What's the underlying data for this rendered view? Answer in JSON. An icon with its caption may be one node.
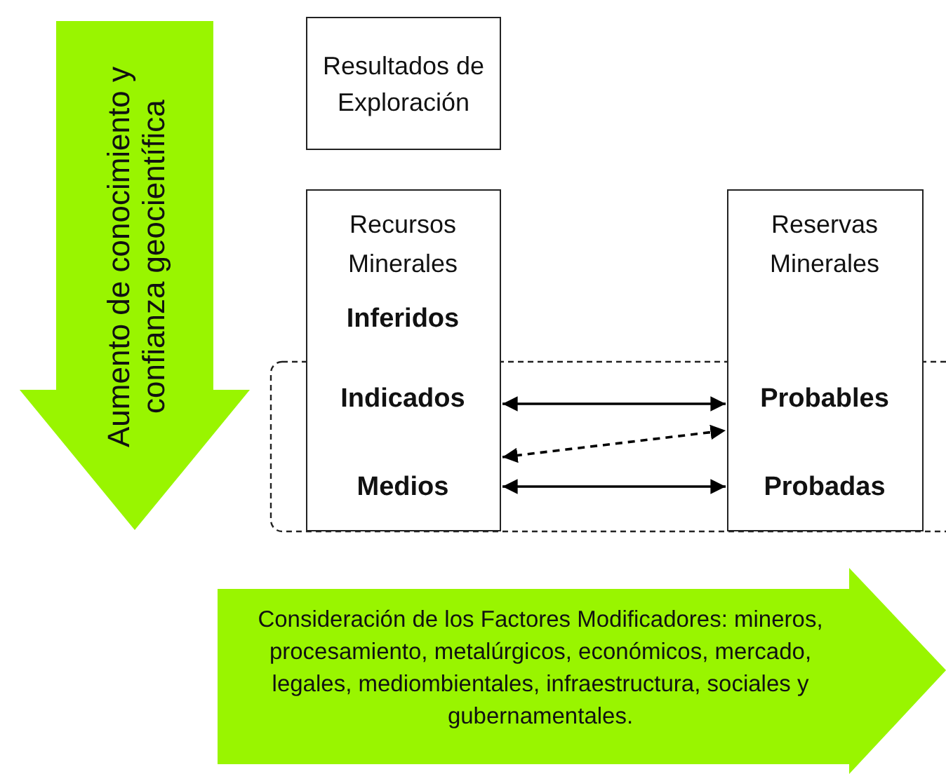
{
  "diagram": {
    "nodes": [
      {
        "text": [
          "Aumento de conocimiento y confianza geocientífica"
        ]
      },
      {
        "text": [
          "Resultados de Exploración"
        ]
      },
      {
        "text": [
          "Recursos Minerales"
        ]
      },
      {
        "text": [
          "Inferidos"
        ],
        "in": 2
      },
      {
        "text": [
          "Indicados"
        ],
        "in": 2
      },
      {
        "text": [
          "Medios"
        ],
        "in": 2
      },
      {
        "text": [
          "Reservas Minerales"
        ]
      },
      {
        "text": [
          "Probables"
        ],
        "in": 6
      },
      {
        "text": [
          "Probadas"
        ],
        "in": 6
      },
      {
        "text": [
          "Consideración de los Factores Modificadores: mineros, procesamiento, metalúrgicos, económicos, mercado, legales, mediombientales, infraestructura, sociales y gubernamentales."
        ]
      }
    ],
    "edges": [
      {
        "from": 4,
        "to": 7,
        "arrow": "both"
      },
      {
        "from": 5,
        "to": 7,
        "arrow": "both",
        "style": "dashed"
      },
      {
        "from": 5,
        "to": 8,
        "arrow": "both"
      }
    ]
  }
}
